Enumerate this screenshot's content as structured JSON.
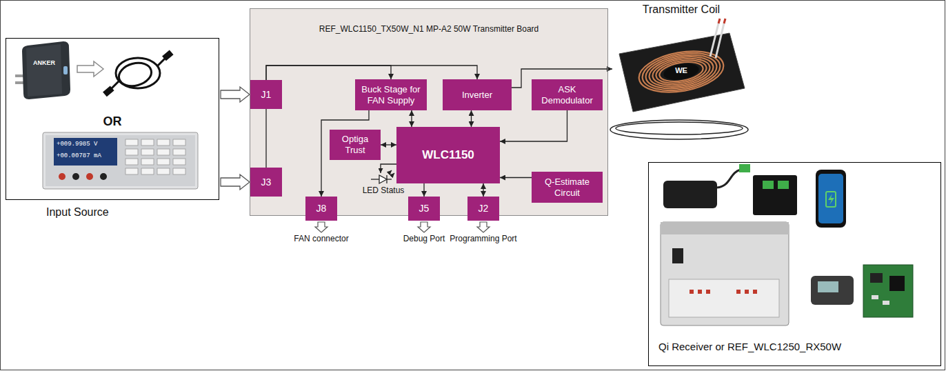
{
  "diagram": {
    "nodes": [
      {
        "text": [
          "OR",
          "Input Source"
        ]
      },
      {
        "text": [
          "REF_WLC1150_TX50W_N1 MP-A2 50W Transmitter Board"
        ]
      },
      {
        "text": [
          "J1"
        ],
        "in": 1
      },
      {
        "text": [
          "Buck Stage for FAN Supply"
        ],
        "in": 1
      },
      {
        "text": [
          "Inverter"
        ],
        "in": 1
      },
      {
        "text": [
          "Optiga Trust"
        ],
        "in": 1
      },
      {
        "text": [
          "WLC1150"
        ],
        "in": 1
      },
      {
        "text": [
          "ASK Demodulator"
        ],
        "in": 1
      },
      {
        "text": [
          "J3"
        ],
        "in": 1
      },
      {
        "text": [
          "Q-Estimate Circuit"
        ],
        "in": 1
      },
      {
        "text": [
          "J8"
        ],
        "in": 1
      },
      {
        "text": [
          "J5"
        ],
        "in": 1
      },
      {
        "text": [
          "J2"
        ],
        "in": 1
      },
      {
        "text": [
          "Transmitter Coil"
        ]
      },
      {
        "text": [
          "Qi Receiver or REF_WLC1250_RX50W"
        ]
      }
    ],
    "edges": [
      {
        "from": 0,
        "to": 2,
        "arrow": "to"
      },
      {
        "from": 0,
        "to": 8,
        "arrow": "to"
      },
      {
        "from": 2,
        "to": 3,
        "arrow": "to"
      },
      {
        "from": 2,
        "to": 4,
        "arrow": "to"
      },
      {
        "from": 2,
        "to": 8,
        "arrow": "none"
      },
      {
        "from": 3,
        "to": 6,
        "arrow": "both"
      },
      {
        "from": 4,
        "to": 6,
        "arrow": "both"
      },
      {
        "from": 5,
        "to": 6,
        "arrow": "both"
      },
      {
        "from": 7,
        "to": 6,
        "arrow": "to"
      },
      {
        "from": 9,
        "to": 6,
        "arrow": "to"
      },
      {
        "from": 3,
        "to": 10,
        "arrow": "to"
      },
      {
        "from": 6,
        "to": 11,
        "arrow": "to"
      },
      {
        "from": 6,
        "to": 12,
        "arrow": "both"
      },
      {
        "from": 4,
        "to": 13,
        "arrow": "to"
      }
    ],
    "labels": [
      "ANKER",
      "+009.9985 V",
      "+00.00787 mA",
      "LED Status",
      "FAN connector",
      "Debug Port",
      "Programming Port",
      "WE"
    ]
  }
}
